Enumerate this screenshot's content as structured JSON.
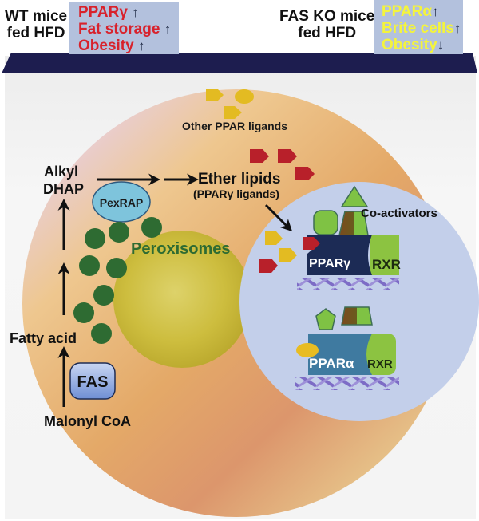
{
  "header": {
    "left_group": {
      "line1": "WT mice",
      "line2": "fed HFD"
    },
    "left_effects": [
      {
        "label": "PPARγ",
        "arrow": "↑"
      },
      {
        "label": "Fat storage",
        "arrow": "↑"
      },
      {
        "label": "Obesity",
        "arrow": "↑"
      }
    ],
    "right_group": {
      "line1": "FAS KO mice",
      "line2": "fed HFD"
    },
    "right_effects": [
      {
        "label": "PPARα",
        "arrow": "↑"
      },
      {
        "label": "Brite cells",
        "arrow": "↑"
      },
      {
        "label": "Obesity",
        "arrow": "↓"
      }
    ]
  },
  "cell": {
    "other_ligands_label": "Other PPAR ligands",
    "alkyl_label_1": "Alkyl",
    "alkyl_label_2": "DHAP",
    "ether_label": "Ether lipids",
    "ether_sublabel": "(PPARγ ligands)",
    "pexrap_label": "PexRAP",
    "peroxisomes_label": "Peroxisomes",
    "fatty_acid_label": "Fatty acid",
    "fas_label": "FAS",
    "malonyl_label": "Malonyl CoA"
  },
  "nucleus": {
    "coactivators_label": "Co-activators",
    "complex_top": {
      "receptor": "PPARγ",
      "partner": "RXR"
    },
    "complex_bottom": {
      "receptor": "PPARα",
      "partner": "RXR"
    }
  },
  "colors": {
    "bar": "#1d1d4f",
    "effect_box": "#b3c1dd",
    "wt_text": "#d8222c",
    "ko_text": "#f4f43c",
    "peroxisome": "#2e6b32",
    "pexrap": "#7ec4dc",
    "nucleus": "#c3cfea",
    "ppar_gamma": "#1c2b55",
    "ppar_alpha": "#3f7aa0",
    "rxr": "#8cc341",
    "ether_ligand": "#b8202a",
    "other_ligand": "#e8bc22"
  }
}
